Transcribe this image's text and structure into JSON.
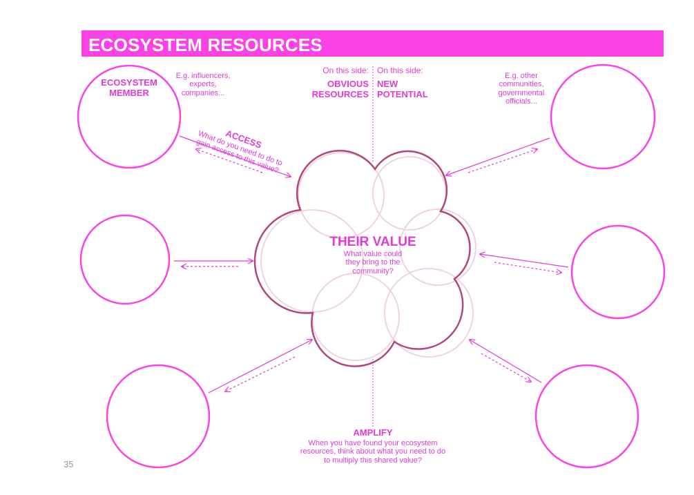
{
  "title": "ECOSYSTEM RESOURCES",
  "member_label": "ECOSYSTEM\nMEMBER",
  "examples_left": "E.g. influencers,\nexperts,\ncompanies...",
  "examples_right": "E.g. other\ncommunities,\ngovernmental\nofficials...",
  "obvious": {
    "prefix": "On this side:",
    "label": "OBVIOUS\nRESOURCES"
  },
  "new_potential": {
    "prefix": "On this side:",
    "label": "NEW\nPOTENTIAL"
  },
  "access": {
    "heading": "ACCESS",
    "question": "What do you need to do to\ngain access to this value?"
  },
  "center": {
    "heading": "THEIR VALUE",
    "question": "What value could\nthey bring to the\ncommunity?"
  },
  "amplify": {
    "heading": "AMPLIFY",
    "question": "When you have found your ecosystem\nresources, think about what you need to do\nto multiply this shared value?"
  },
  "page_number": "35",
  "colors": {
    "accent": "#fb42e6",
    "text": "#e23ad6",
    "cloud": "#b0467e",
    "cloud_faint": "#efd3de"
  }
}
